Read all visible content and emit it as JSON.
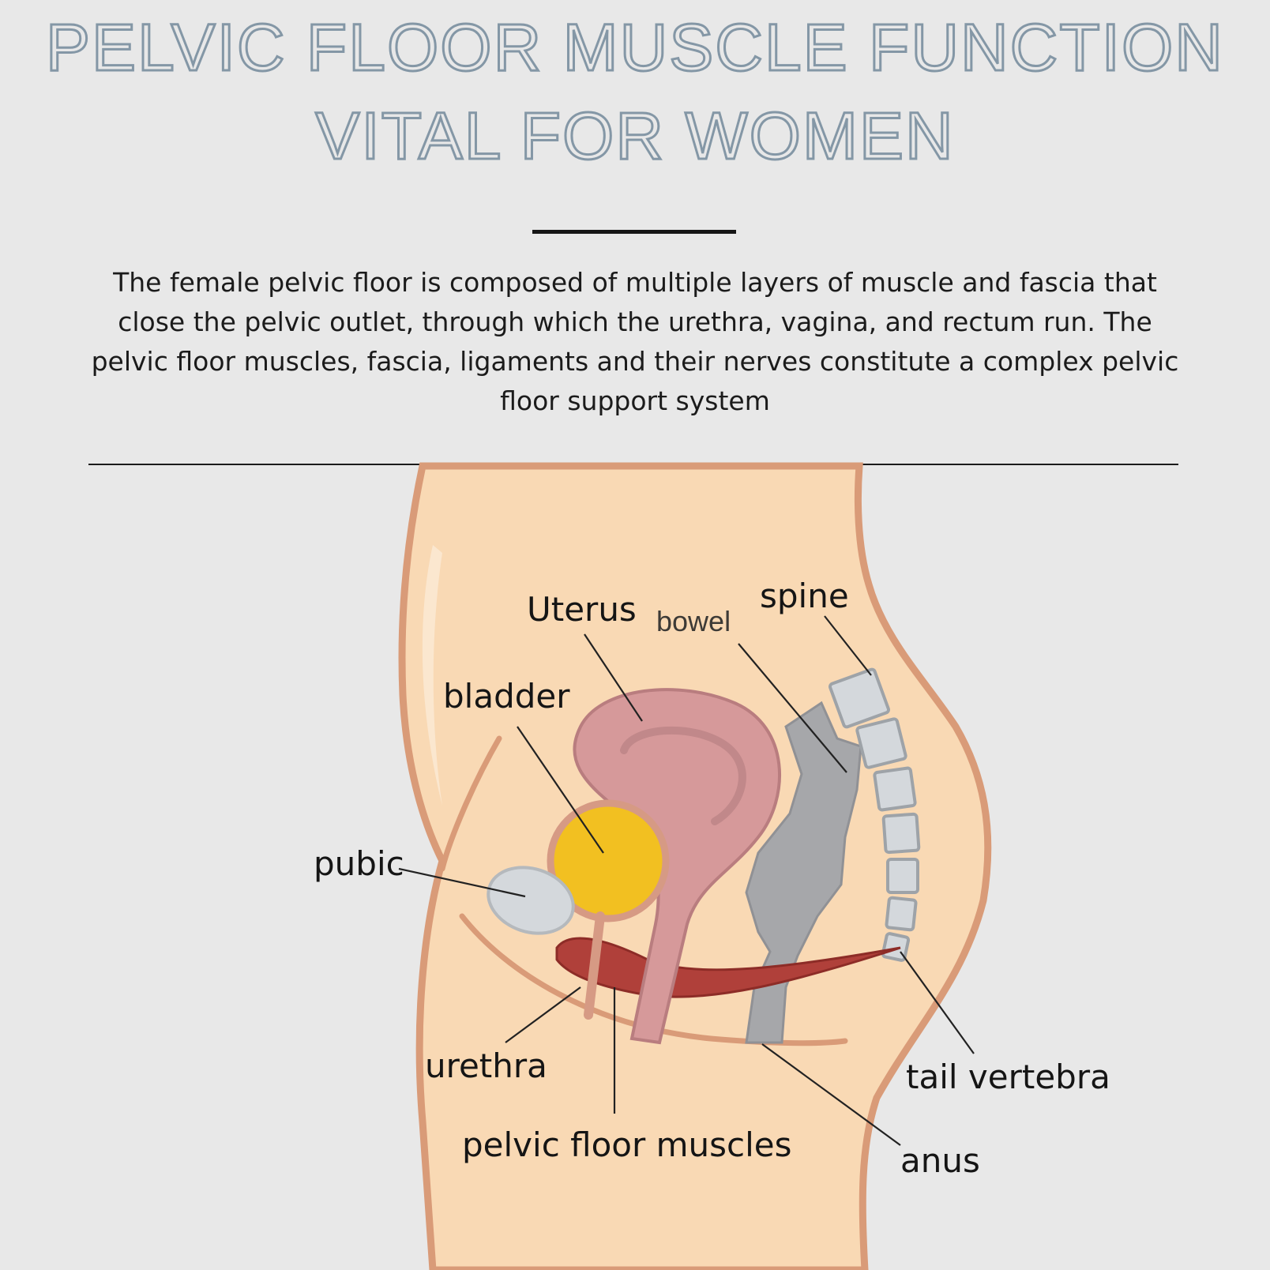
{
  "title": {
    "line1": "PELVIC FLOOR MUSCLE FUNCTION",
    "line2": "VITAL FOR WOMEN"
  },
  "intro": "The female pelvic floor is composed of multiple layers of muscle and fascia that close the pelvic outlet, through which the urethra, vagina, and rectum run. The pelvic floor muscles, fascia, ligaments and their nerves constitute a complex pelvic floor support system",
  "labels": {
    "uterus": "Uterus",
    "bowel": "bowel",
    "spine": "spine",
    "bladder": "bladder",
    "pubic": "pubic",
    "urethra": "urethra",
    "pelvic_floor_muscles": "pelvic floor muscles",
    "tail_vertebra": "tail vertebra",
    "anus": "anus"
  },
  "colors": {
    "background": "#e8e8e8",
    "title": "#8497a6",
    "skin": "#f9d9b4",
    "skin_outline": "#d99b78",
    "uterus": "#d6999a",
    "bladder": "#f2c021",
    "bowel": "#a6a7aa",
    "pelvic_muscle": "#b0403a",
    "bone": "#d4d8dc"
  }
}
